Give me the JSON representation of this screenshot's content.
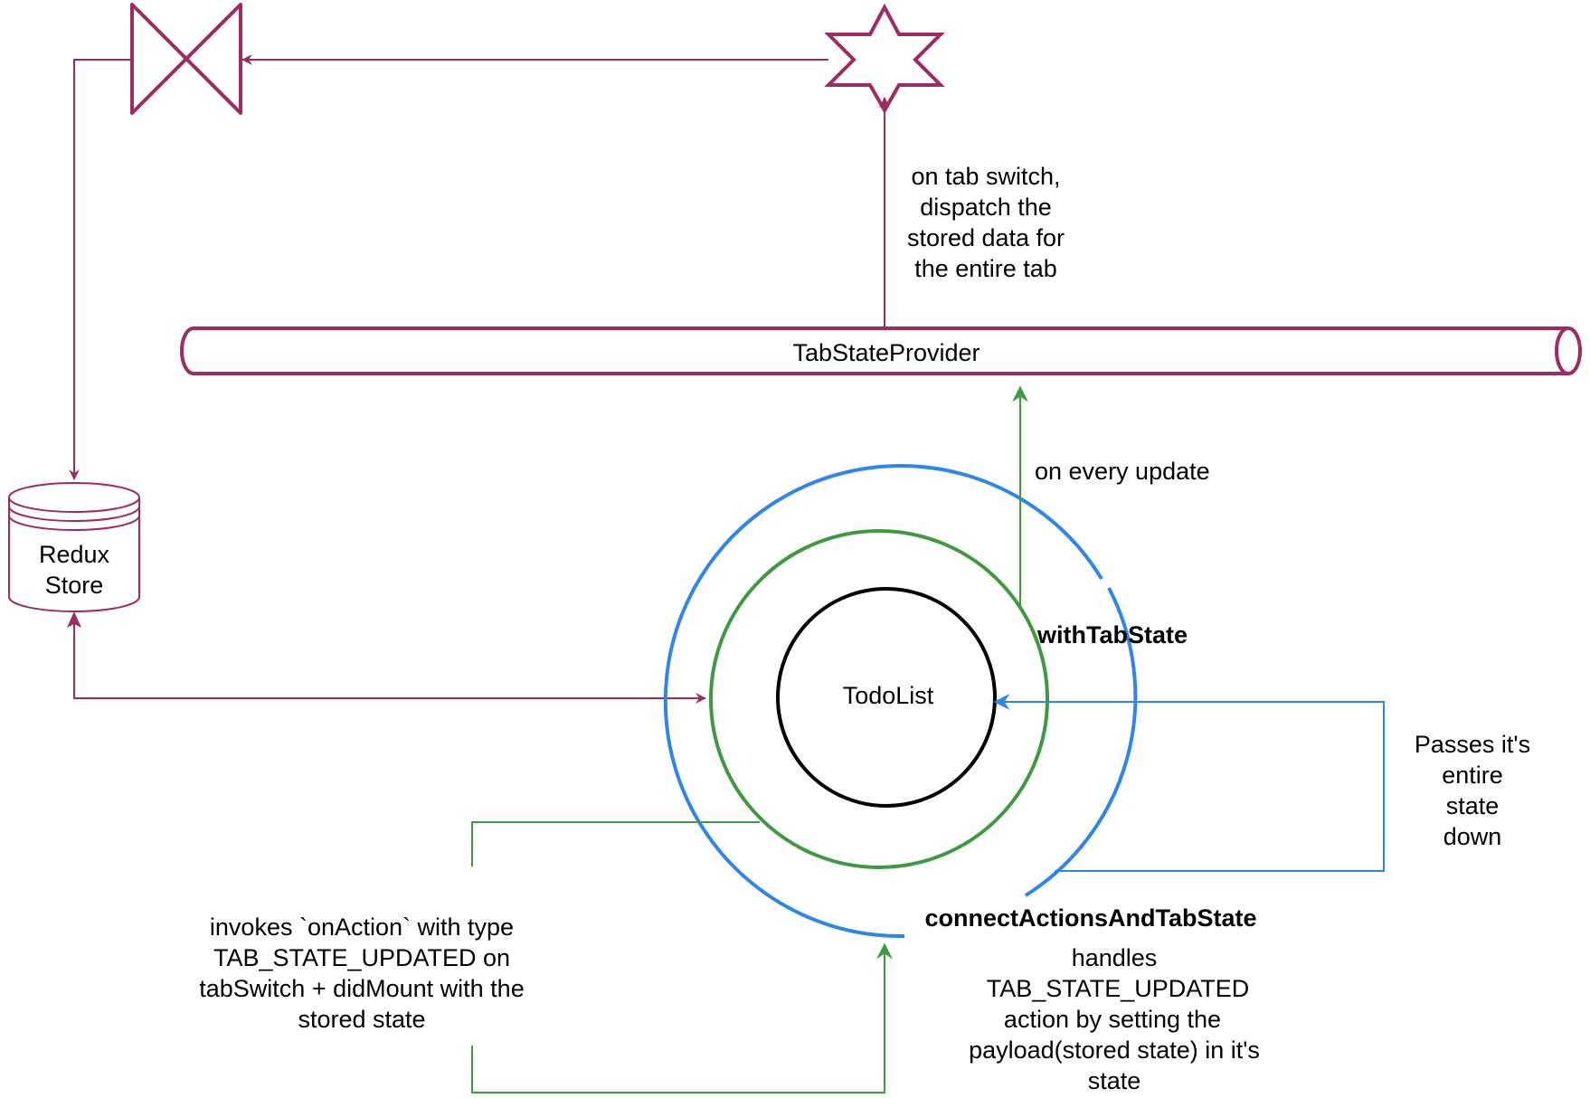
{
  "colors": {
    "redux": "#9e2b62",
    "blue": "#2f86ea",
    "green": "#3f9a3f",
    "black": "#000000"
  },
  "nodes": {
    "bowtie": {
      "shape": "bowtie"
    },
    "star": {
      "shape": "six-point-star"
    },
    "tab_state_provider": {
      "label": "TabStateProvider"
    },
    "redux_store": {
      "label_lines": [
        "Redux",
        "Store"
      ]
    },
    "todo_list": {
      "label": "TodoList"
    },
    "with_tab_state": {
      "label": "withTabState"
    },
    "connect_actions": {
      "label": "connectActionsAndTabState"
    }
  },
  "edge_labels": {
    "tab_switch": [
      "on tab switch,",
      "dispatch the",
      "stored data for",
      "the entire tab"
    ],
    "every_update": [
      "on every update"
    ],
    "passes_state": [
      "Passes it's",
      "entire",
      "state",
      "down"
    ],
    "invokes_on_action": [
      "invokes `onAction` with type",
      "TAB_STATE_UPDATED on",
      "tabSwitch + didMount with the",
      "stored state"
    ],
    "handles": [
      "handles",
      "TAB_STATE_UPDATED",
      "action by setting the",
      "payload(stored state) in it's",
      "state"
    ]
  }
}
